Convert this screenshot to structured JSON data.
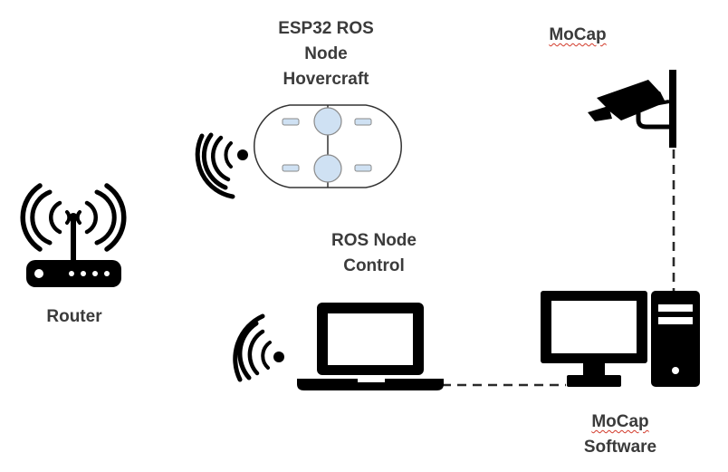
{
  "nodes": {
    "esp32": {
      "line1": "ESP32 ROS",
      "line2": "Node",
      "line3": "Hovercraft"
    },
    "mocap_camera": {
      "label": "MoCap"
    },
    "router": {
      "label": "Router"
    },
    "ros_control": {
      "line1": "ROS Node",
      "line2": "Control"
    },
    "mocap_software": {
      "line1": "MoCap",
      "line2": "Software"
    }
  },
  "colors": {
    "icon": "#000000",
    "text": "#3b3b3b",
    "hover_fill": "#cfe1f3",
    "spellcheck": "#d23a2a"
  },
  "icons": [
    "wifi-icon",
    "router-icon",
    "hovercraft-icon",
    "security-camera-icon",
    "laptop-icon",
    "desktop-computer-icon"
  ]
}
